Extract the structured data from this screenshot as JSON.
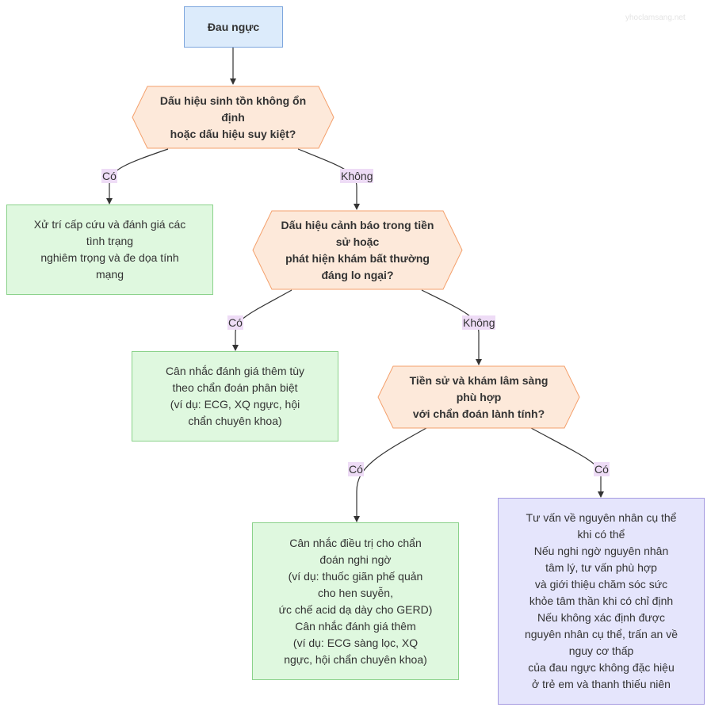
{
  "watermark": "yhoclamsang.net",
  "colors": {
    "start_fill": "#dcebfb",
    "start_border": "#7da6dd",
    "decision_fill": "#fde9da",
    "decision_border": "#f4a06c",
    "action_fill": "#dff8df",
    "action_border": "#8bd28b",
    "advice_fill": "#e5e5fc",
    "advice_border": "#a49ae0",
    "label_bg": "#eedcf6",
    "edge": "#333333"
  },
  "nodes": {
    "start": "Đau ngực",
    "d1": "Dấu hiệu sinh tồn không ổn\nđịnh\nhoặc dấu hiệu suy kiệt?",
    "a1": "Xử trí cấp cứu và đánh giá các\ntình trạng\nnghiêm trọng và đe dọa tính\nmạng",
    "d2": "Dấu hiệu cảnh báo trong tiền\nsử hoặc\nphát hiện khám bất thường\nđáng lo ngại?",
    "a2": "Cân nhắc đánh giá thêm tùy\ntheo chẩn đoán phân biệt\n(ví dụ: ECG, XQ ngực, hội\nchẩn chuyên khoa)",
    "d3": "Tiền sử và khám lâm sàng\nphù hợp\nvới chẩn đoán lành tính?",
    "a3": "Cân nhắc điều trị cho chẩn\nđoán nghi ngờ\n(ví dụ: thuốc giãn phế quản\ncho hen suyễn,\nức chế acid dạ dày cho GERD)\nCân nhắc đánh giá thêm\n(ví dụ: ECG sàng lọc, XQ\nngực, hội chẩn chuyên khoa)",
    "a4": "Tư vấn về nguyên nhân cụ thể\nkhi có thể\nNếu nghi ngờ nguyên nhân\ntâm lý, tư vấn phù hợp\nvà giới thiệu chăm sóc sức\nkhỏe tâm thần khi có chỉ định\nNếu không xác định được\nnguyên nhân cụ thể, trấn an về\nnguy cơ thấp\ncủa đau ngực không đặc hiệu\nở trẻ em và thanh thiếu niên"
  },
  "edges": {
    "d1_yes": "Có",
    "d1_no": "Không",
    "d2_yes": "Có",
    "d2_no": "Không",
    "d3_left": "Có",
    "d3_right": "Có"
  }
}
